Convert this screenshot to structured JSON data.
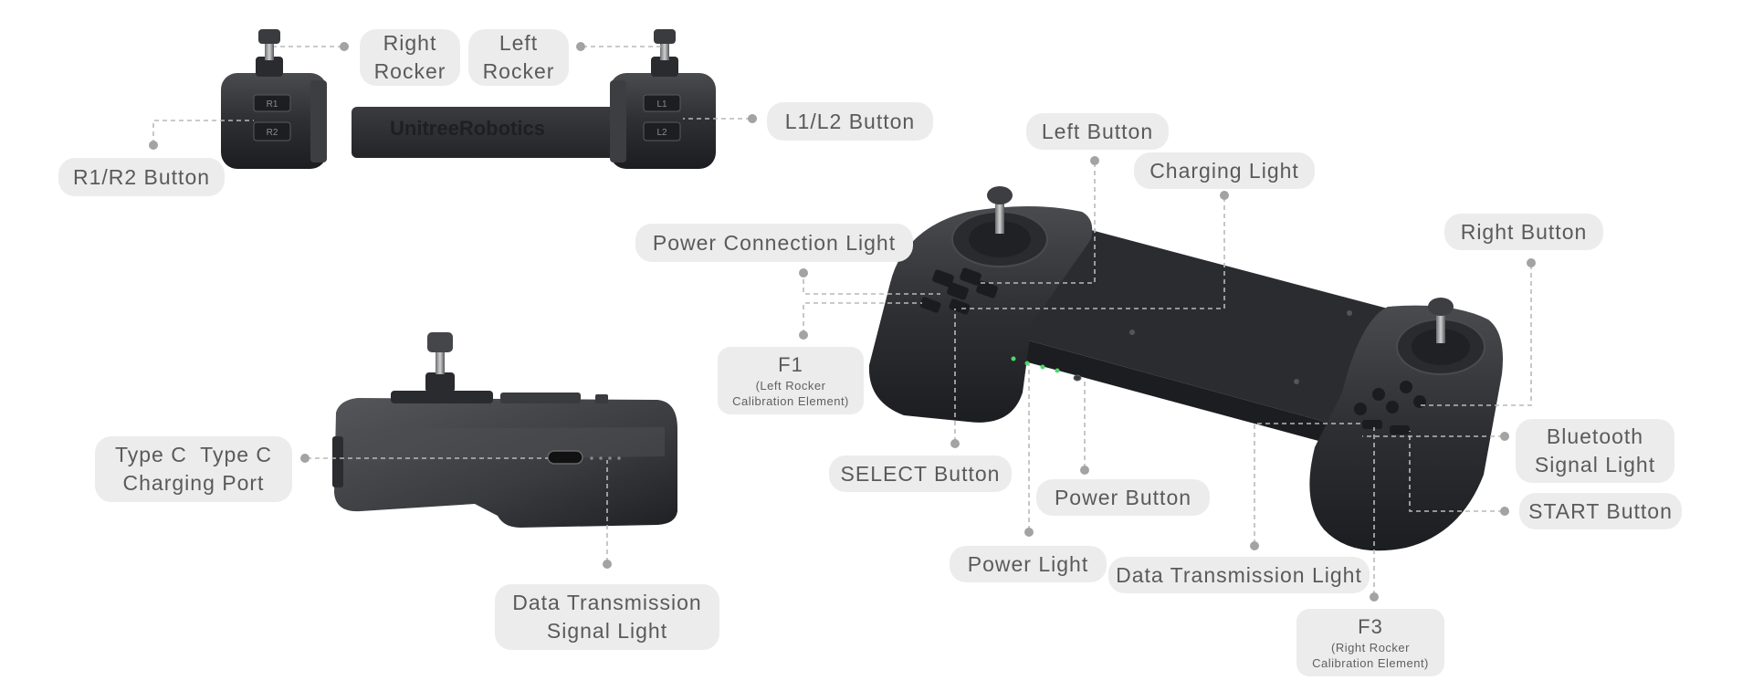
{
  "labels": {
    "right_rocker": [
      "Right",
      "Rocker"
    ],
    "left_rocker": [
      "Left",
      "Rocker"
    ],
    "l1_l2_button": "L1/L2 Button",
    "r1_r2_button": "R1/R2 Button",
    "type_c_port": [
      "Type C  Type C",
      "Charging Port"
    ],
    "data_transmission_signal_light": [
      "Data Transmission",
      "Signal Light"
    ],
    "left_button": "Left Button",
    "charging_light": "Charging Light",
    "power_connection_light": "Power Connection Light",
    "right_button": "Right Button",
    "f1": {
      "title": "F1",
      "sub1": "(Left Rocker",
      "sub2": "Calibration Element)"
    },
    "select_button": "SELECT Button",
    "power_button": "Power Button",
    "bluetooth_signal_light": [
      "Bluetooth",
      "Signal Light"
    ],
    "start_button": "START Button",
    "power_light": "Power Light",
    "data_transmission_light": "Data Transmission Light",
    "f3": {
      "title": "F3",
      "sub1": "(Right Rocker",
      "sub2": "Calibration Element)"
    }
  },
  "device_texts": {
    "brand": "UnitreeRobotics",
    "r1": "R1",
    "r2": "R2",
    "l1": "L1",
    "l2": "L2"
  },
  "colors": {
    "label_bg": "#ececec",
    "label_text": "#5a5a5a",
    "leader": "#b9b9b9",
    "device_body": "#2c2d30",
    "status_led": "#4cd964"
  }
}
